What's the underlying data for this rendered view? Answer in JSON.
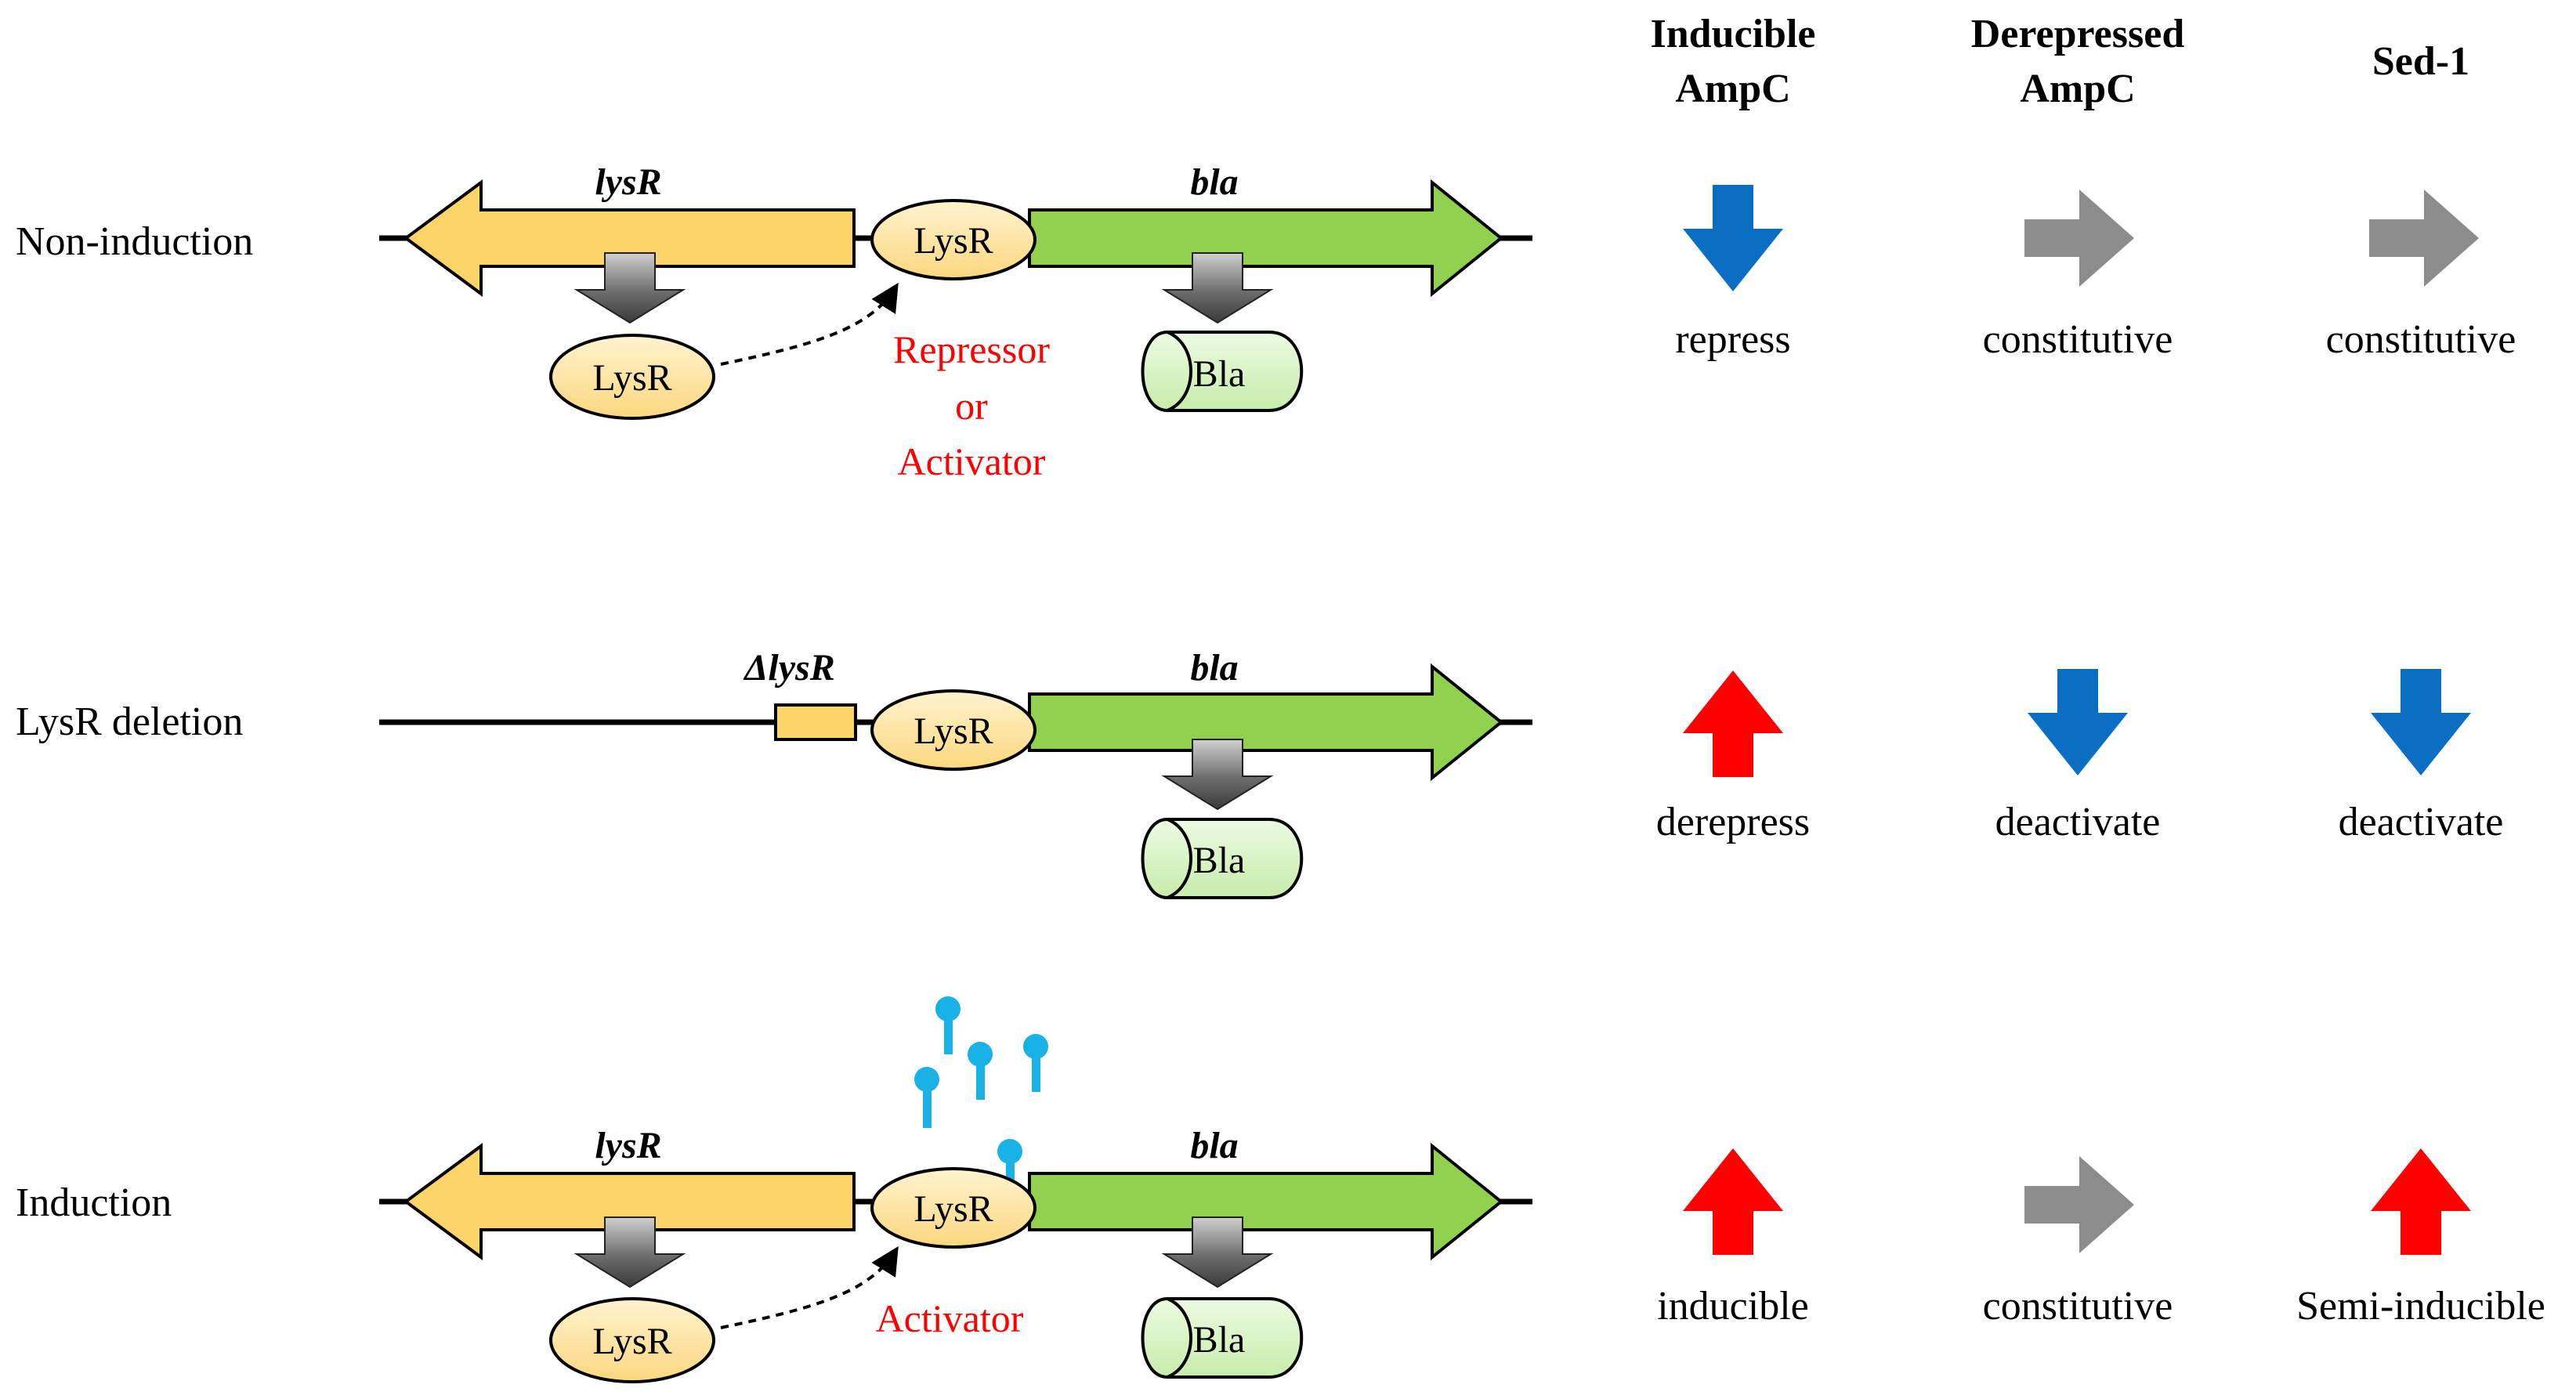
{
  "columns": {
    "col1": {
      "line1": "Inducible",
      "line2": "AmpC"
    },
    "col2": {
      "line1": "Derepressed",
      "line2": "AmpC"
    },
    "col3": {
      "line1": "Sed-1"
    }
  },
  "rows": {
    "non_induction": {
      "label": "Non-induction",
      "left_gene": "lysR",
      "right_gene": "bla",
      "promoter_protein": "LysR",
      "expressed_regulator": "LysR",
      "product": "Bla",
      "regulator_role": {
        "line1": "Repressor",
        "line2": "or",
        "line3": "Activator"
      },
      "status": [
        {
          "text": "repress",
          "arrow": "down",
          "color": "#0a6fc2"
        },
        {
          "text": "constitutive",
          "arrow": "right",
          "color": "#8c8c8c"
        },
        {
          "text": "constitutive",
          "arrow": "right",
          "color": "#8c8c8c"
        }
      ]
    },
    "deletion": {
      "label": "LysR deletion",
      "left_gene": "ΔlysR",
      "right_gene": "bla",
      "promoter_protein": "LysR",
      "product": "Bla",
      "status": [
        {
          "text": "derepress",
          "arrow": "up",
          "color": "#ff0000"
        },
        {
          "text": "deactivate",
          "arrow": "down",
          "color": "#0a6fc2"
        },
        {
          "text": "deactivate",
          "arrow": "down",
          "color": "#0a6fc2"
        }
      ]
    },
    "induction": {
      "label": "Induction",
      "left_gene": "lysR",
      "right_gene": "bla",
      "promoter_protein": "LysR",
      "expressed_regulator": "LysR",
      "product": "Bla",
      "regulator_role": "Activator",
      "status": [
        {
          "text": "inducible",
          "arrow": "up",
          "color": "#ff0000"
        },
        {
          "text": "constitutive",
          "arrow": "right",
          "color": "#8c8c8c"
        },
        {
          "text": "Semi-inducible",
          "arrow": "up",
          "color": "#ff0000"
        }
      ]
    }
  },
  "colors": {
    "lysR_gene": "#fcd46a",
    "bla_gene": "#92d050",
    "protein_fill": "#fde6a4",
    "bla_product_fill": "#d9f4c7",
    "inducer": "#19b2e6",
    "repressor_text": "#ff0000"
  }
}
